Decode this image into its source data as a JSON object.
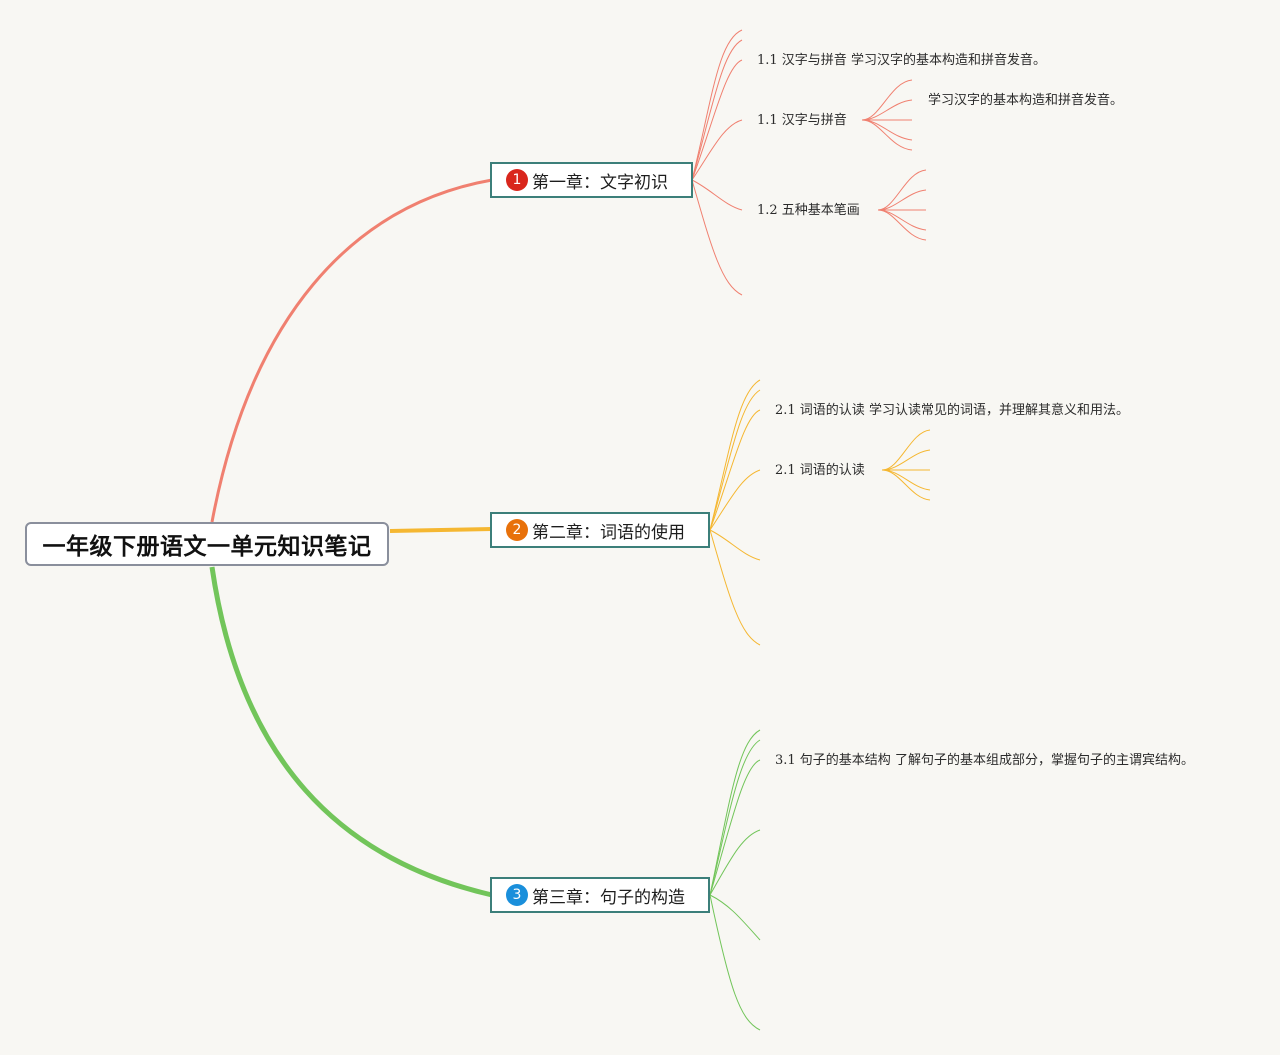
{
  "root": {
    "title": "一年级下册语文一单元知识笔记"
  },
  "colors": {
    "ch1": "#f08070",
    "ch2": "#f5b731",
    "ch3": "#72c55a",
    "badge1": "#d9261c",
    "badge2": "#e8710a",
    "badge3": "#1a8fdb"
  },
  "chapters": [
    {
      "number": "1",
      "title": "第一章：文字初识",
      "items": [
        {
          "text": "1.1 汉字与拼音 学习汉字的基本构造和拼音发音。"
        },
        {
          "text": "1.1 汉字与拼音",
          "subtext": "学习汉字的基本构造和拼音发音。"
        },
        {
          "text": "1.2 五种基本笔画"
        }
      ]
    },
    {
      "number": "2",
      "title": "第二章：词语的使用",
      "items": [
        {
          "text": "2.1 词语的认读 学习认读常见的词语，并理解其意义和用法。"
        },
        {
          "text": "2.1 词语的认读"
        }
      ]
    },
    {
      "number": "3",
      "title": "第三章：句子的构造",
      "items": [
        {
          "text": "3.1 句子的基本结构 了解句子的基本组成部分，掌握句子的主谓宾结构。"
        }
      ]
    }
  ]
}
